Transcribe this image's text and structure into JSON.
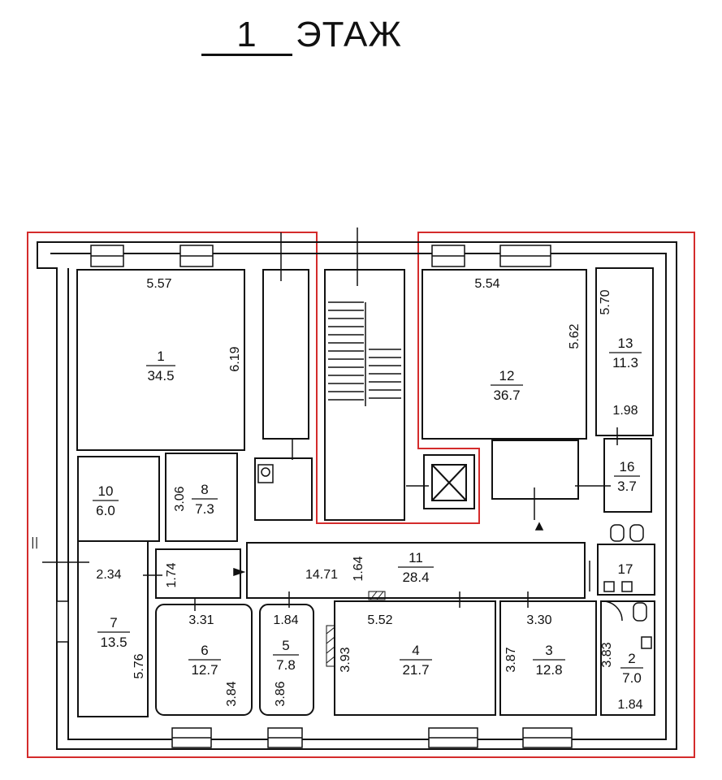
{
  "title": {
    "floor_number": "1",
    "floor_word": "ЭТАЖ"
  },
  "colors": {
    "highlight": "#d42b2b",
    "wall": "#111111",
    "background": "#ffffff"
  },
  "rooms": [
    {
      "id": "1",
      "number": "1",
      "area": "34.5"
    },
    {
      "id": "2",
      "number": "2",
      "area": "7.0"
    },
    {
      "id": "3",
      "number": "3",
      "area": "12.8"
    },
    {
      "id": "4",
      "number": "4",
      "area": "21.7"
    },
    {
      "id": "5",
      "number": "5",
      "area": "7.8"
    },
    {
      "id": "6",
      "number": "6",
      "area": "12.7"
    },
    {
      "id": "7",
      "number": "7",
      "area": "13.5"
    },
    {
      "id": "8",
      "number": "8",
      "area": "7.3"
    },
    {
      "id": "10",
      "number": "10",
      "area": "6.0"
    },
    {
      "id": "11",
      "number": "11",
      "area": "28.4"
    },
    {
      "id": "12",
      "number": "12",
      "area": "36.7"
    },
    {
      "id": "13",
      "number": "13",
      "area": "11.3"
    },
    {
      "id": "16",
      "number": "16",
      "area": "3.7"
    },
    {
      "id": "17",
      "number": "17",
      "area": ""
    }
  ],
  "dimensions": [
    "5.57",
    "6.19",
    "5.54",
    "5.62",
    "5.70",
    "1.98",
    "3.06",
    "2.34",
    "1.74",
    "14.71",
    "1.64",
    "3.31",
    "1.84",
    "5.52",
    "3.30",
    "3.93",
    "3.87",
    "3.83",
    "5.76",
    "3.84",
    "3.86",
    "1.84"
  ],
  "marks": {
    "left_edge": "||"
  }
}
